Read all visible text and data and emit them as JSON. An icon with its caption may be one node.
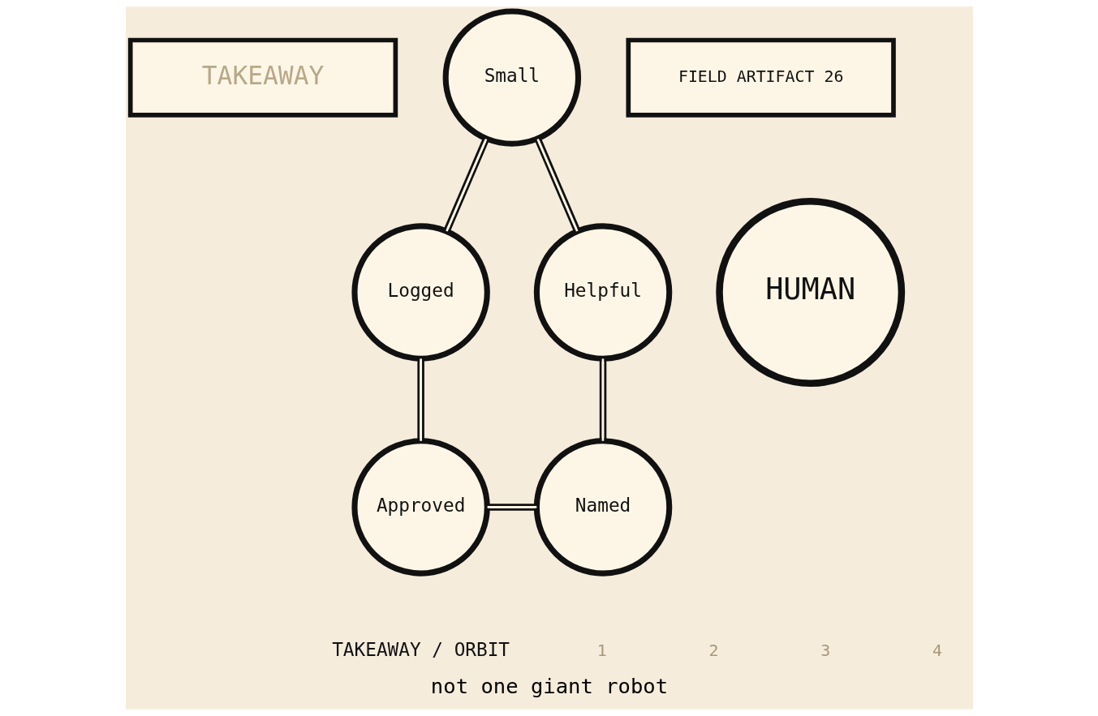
{
  "diagram": {
    "caption": "not one giant robot",
    "nodes": [
      {
        "text": [
          "TAKEAWAY"
        ]
      },
      {
        "text": [
          "Small"
        ]
      },
      {
        "text": [
          "FIELD ARTIFACT 26"
        ]
      },
      {
        "text": [
          "Logged"
        ]
      },
      {
        "text": [
          "HUMAN"
        ]
      },
      {
        "text": [
          "Helpful"
        ]
      },
      {
        "text": [
          "Approved"
        ]
      },
      {
        "text": [
          "Named"
        ]
      }
    ],
    "edges": [
      {
        "from": 3,
        "to": 1,
        "arrow": "none"
      },
      {
        "from": 1,
        "to": 5,
        "arrow": "none"
      },
      {
        "from": 5,
        "to": 7,
        "arrow": "none"
      },
      {
        "from": 6,
        "to": 7,
        "arrow": "none"
      },
      {
        "from": 3,
        "to": 6,
        "arrow": "none"
      }
    ],
    "labels": [
      "TAKEAWAY / ORBIT",
      "1",
      "2",
      "3",
      "4"
    ]
  }
}
